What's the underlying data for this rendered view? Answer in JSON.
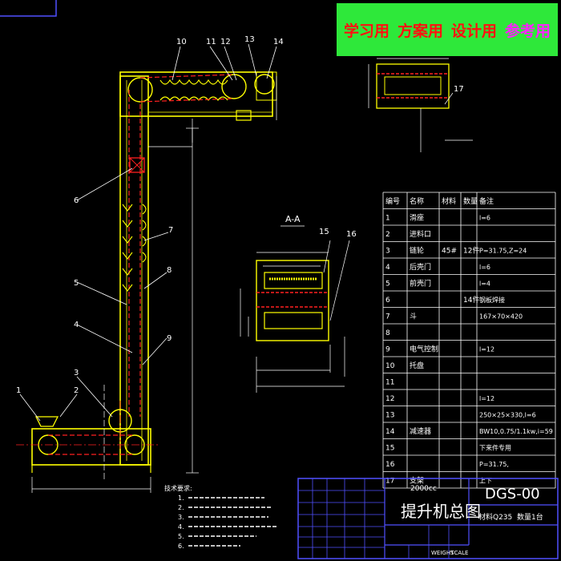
{
  "watermark": {
    "items": [
      {
        "text": "学习用",
        "color": "#ff1010"
      },
      {
        "text": "方案用",
        "color": "#ff1010"
      },
      {
        "text": "设计用",
        "color": "#ff1010"
      },
      {
        "text": "参考用",
        "color": "#ff22ff"
      }
    ]
  },
  "section_label": "A-A",
  "callouts": [
    "1",
    "2",
    "3",
    "4",
    "5",
    "6",
    "7",
    "8",
    "9",
    "10",
    "11",
    "12",
    "13",
    "14",
    "15",
    "16",
    "17"
  ],
  "parts_table": {
    "headers": [
      "编号",
      "名称",
      "材料",
      "数量",
      "备注"
    ],
    "rows": [
      [
        "1",
        "滑座",
        "",
        "",
        "l=6"
      ],
      [
        "2",
        "进料口",
        "",
        "",
        ""
      ],
      [
        "3",
        "链轮",
        "45#",
        "12件",
        "P=31.75,Z=24"
      ],
      [
        "4",
        "后壳门",
        "",
        "",
        "l=6"
      ],
      [
        "5",
        "前壳门",
        "",
        "",
        "l=4"
      ],
      [
        "6",
        "",
        "",
        "14件",
        "钢板焊接"
      ],
      [
        "7",
        "斗",
        "",
        "",
        "167×70×420"
      ],
      [
        "8",
        "",
        "",
        "",
        ""
      ],
      [
        "9",
        "电气控制",
        "",
        "",
        "l=12"
      ],
      [
        "10",
        "托盘",
        "",
        "",
        ""
      ],
      [
        "11",
        "",
        "",
        "",
        ""
      ],
      [
        "12",
        "",
        "",
        "",
        "l=12"
      ],
      [
        "13",
        "",
        "",
        "",
        "250×25×330,l=6"
      ],
      [
        "14",
        "减速器",
        "",
        "",
        "BW10,0.75/1.1kw,i=59"
      ],
      [
        "15",
        "",
        "",
        "",
        "下来件专用"
      ],
      [
        "16",
        "",
        "",
        "",
        "P=31.75,"
      ],
      [
        "17",
        "支架",
        "",
        "",
        "上下"
      ]
    ]
  },
  "title_block": {
    "project_code": "2000cc",
    "title": "提升机总图",
    "drawing_no": "DGS-00",
    "material_label": "材料Q235",
    "qty_label": "数量1台",
    "weight_label": "WEIGHT",
    "scale_label": "SCALE"
  },
  "notes": {
    "heading": "技术要求:",
    "lines": [
      "1.",
      "2.",
      "3.",
      "4.",
      "5.",
      "6."
    ]
  },
  "colors": {
    "frame": "#ffff00",
    "chain": "#ff2020",
    "dim": "#ffffff",
    "leader": "#ffffff",
    "table_line": "#ffffff",
    "title_border": "#5050ff"
  }
}
